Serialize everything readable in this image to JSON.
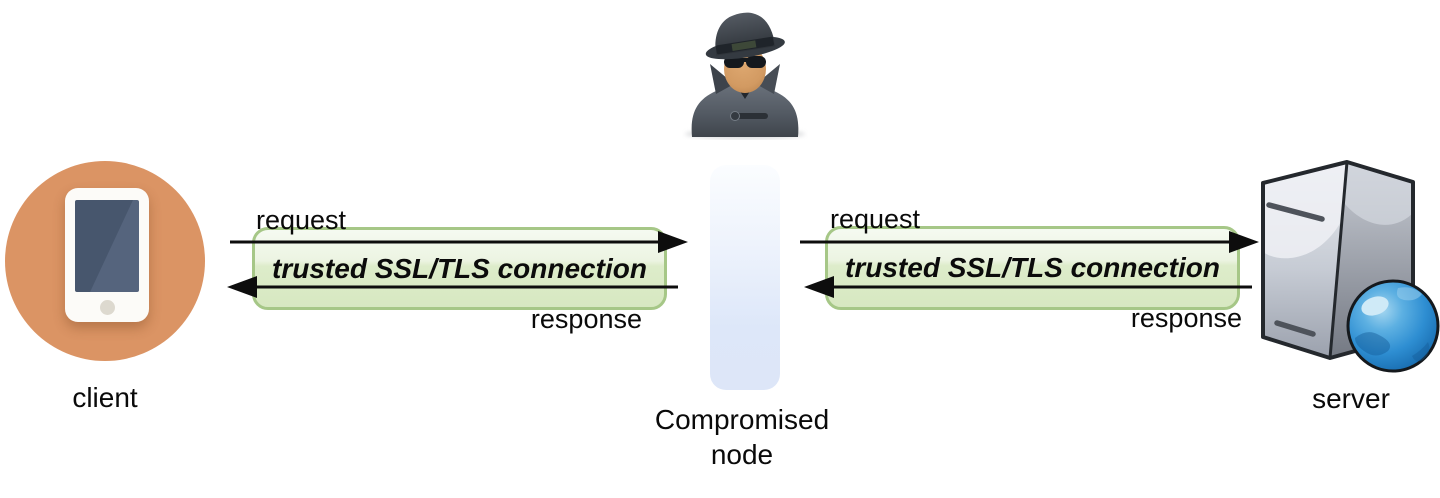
{
  "diagram": {
    "title": "man-in-the-middle compromised node diagram",
    "background_color": "#ffffff",
    "client": {
      "label": "client",
      "icon": "smartphone-icon",
      "circle_color": "#db9464"
    },
    "compromised_node": {
      "label_line1": "Compromised",
      "label_line2": "node",
      "icon": "spy-icon",
      "bar_color_top": "#fbfdff",
      "bar_color_bottom": "#dde6f8"
    },
    "server": {
      "label": "server",
      "icon": "server-icon",
      "secondary_icon": "globe-icon"
    },
    "connections": [
      {
        "id": "client-to-node",
        "request_label": "request",
        "response_label": "response",
        "tunnel_label": "trusted SSL/TLS connection"
      },
      {
        "id": "node-to-server",
        "request_label": "request",
        "response_label": "response",
        "tunnel_label": "trusted SSL/TLS connection"
      }
    ],
    "colors": {
      "tunnel_border": "#a6c787",
      "tunnel_fill_top": "#f5faf1",
      "tunnel_fill_bottom": "#d7e8c1",
      "arrow": "#0d0d0d",
      "client_circle": "#db9464",
      "phone_screen": "#47566d",
      "node_bar": "#dde7f9",
      "server_body_front": "#c6cbd4",
      "server_body_side": "#8a8f99",
      "globe_blue": "#2e8ed2",
      "spy_coat": "#4a5058",
      "spy_face": "#d8a069"
    },
    "icons": [
      "smartphone-icon",
      "spy-icon",
      "server-icon",
      "globe-icon"
    ]
  }
}
